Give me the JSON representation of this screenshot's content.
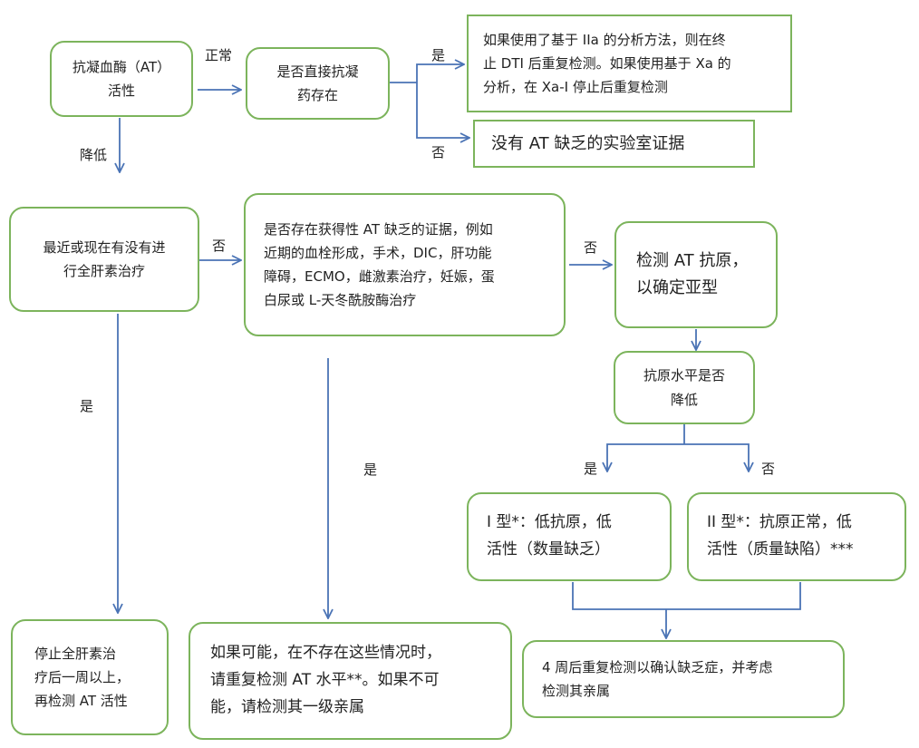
{
  "nodes": {
    "at_activity": "抗凝血酶（AT）\n活性",
    "direct_anticoag": "是否直接抗凝\n药存在",
    "stop_retest": "如果使用了基于 IIa 的分析方法，则在终\n止 DTI 后重复检测。如果使用基于 Xa 的\n分析，在 Xa-I 停止后重复检测",
    "no_evidence": "没有 AT 缺乏的实验室证据",
    "heparin": "最近或现在有没有进\n行全肝素治疗",
    "acquired": "是否存在获得性 AT 缺乏的证据，例如\n近期的血栓形成，手术，DIC，肝功能\n障碍，ECMO，雌激素治疗，妊娠，蛋\n白尿或 L-天冬酰胺酶治疗",
    "antigen_test": "检测 AT 抗原，\n以确定亚型",
    "antigen_low": "抗原水平是否\n降低",
    "type1": "I 型*：低抗原，低\n活性（数量缺乏）",
    "type2": "II 型*：抗原正常，低\n活性（质量缺陷）***",
    "stop_heparin": "停止全肝素治\n疗后一周以上，\n再检测 AT 活性",
    "repeat_absent": "如果可能，在不存在这些情况时，\n请重复检测 AT 水平**。如果不可\n能，请检测其一级亲属",
    "repeat_4weeks": "4 周后重复检测以确认缺乏症，并考虑\n检测其亲属"
  },
  "edge_labels": {
    "normal": "正常",
    "reduced": "降低",
    "yes_1": "是",
    "no_1": "否",
    "no_2": "否",
    "no_3": "否",
    "yes_2": "是",
    "yes_3": "是",
    "yes_4": "是",
    "no_4": "否"
  },
  "colors": {
    "box_border": "#7cb45c",
    "arrow": "#4a73b5"
  }
}
